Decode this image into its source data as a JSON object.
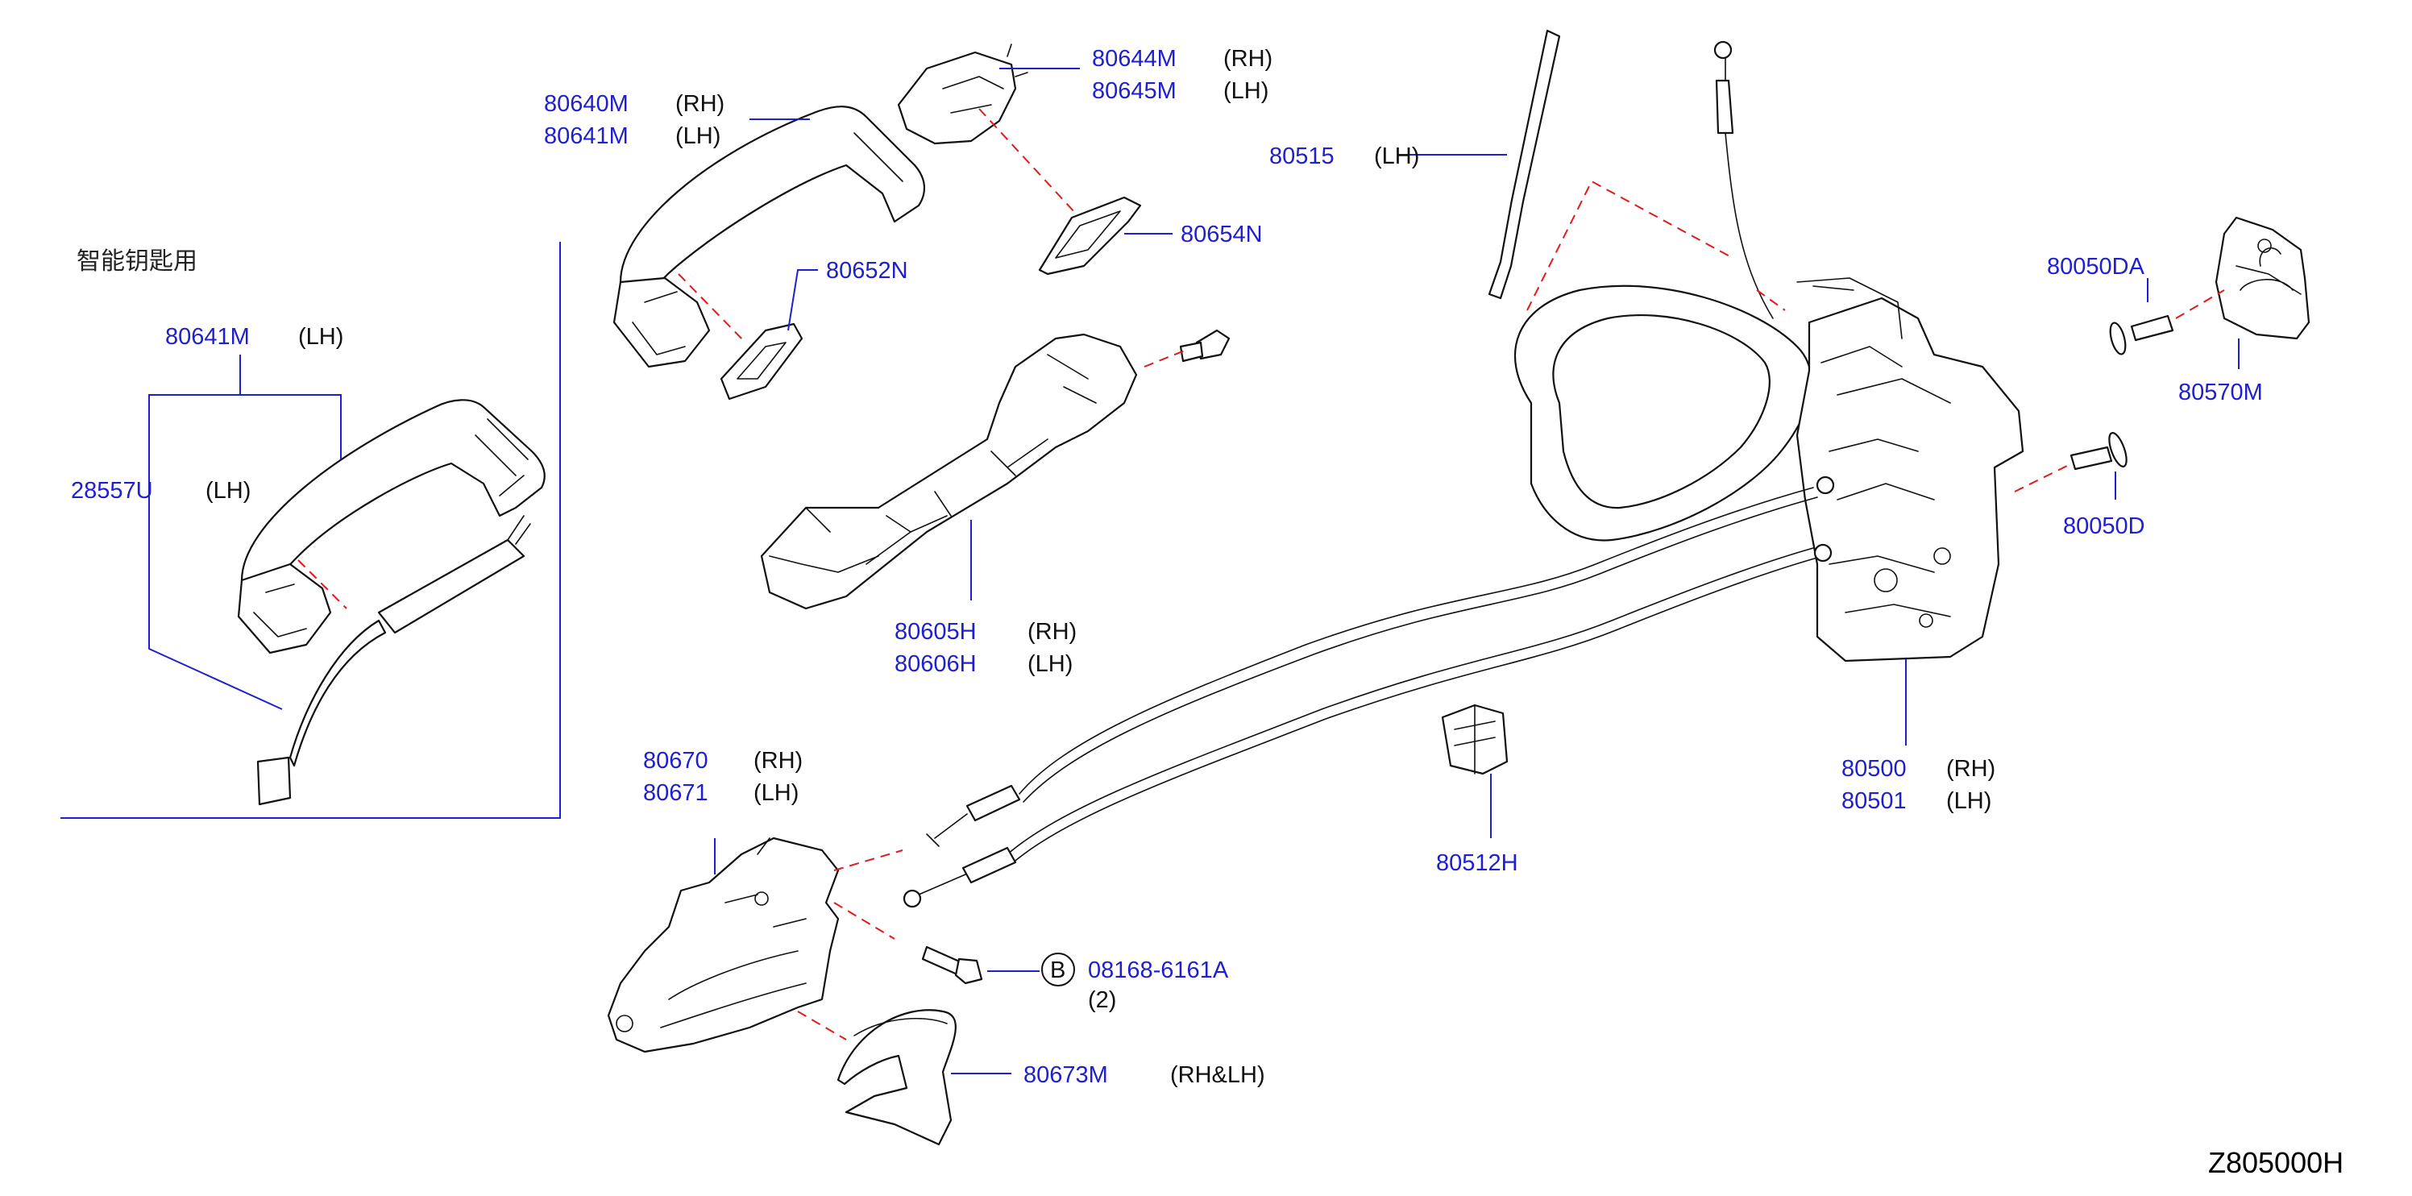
{
  "inset_caption": "智能钥匙用",
  "diagram_code": "Z805000H",
  "callouts": {
    "inset_handle": {
      "part": "80641M",
      "side": "(LH)"
    },
    "inset_antenna": {
      "part": "28557U",
      "side": "(LH)"
    },
    "handle_rh": {
      "part": "80640M",
      "side": "(RH)"
    },
    "handle_lh": {
      "part": "80641M",
      "side": "(LH)"
    },
    "cover_rh": {
      "part": "80644M",
      "side": "(RH)"
    },
    "cover_lh": {
      "part": "80645M",
      "side": "(LH)"
    },
    "gasket_front": {
      "part": "80652N"
    },
    "gasket_rear": {
      "part": "80654N"
    },
    "rod": {
      "part": "80515",
      "side": "(LH)"
    },
    "bracket_rh": {
      "part": "80605H",
      "side": "(RH)"
    },
    "bracket_lh": {
      "part": "80606H",
      "side": "(LH)"
    },
    "striker_screw": {
      "part": "80050DA"
    },
    "striker": {
      "part": "80570M"
    },
    "lock_screw": {
      "part": "80050D"
    },
    "lock_rh": {
      "part": "80500",
      "side": "(RH)"
    },
    "lock_lh": {
      "part": "80501",
      "side": "(LH)"
    },
    "clip": {
      "part": "80512H"
    },
    "inner_handle_rh": {
      "part": "80670",
      "side": "(RH)"
    },
    "inner_handle_lh": {
      "part": "80671",
      "side": "(LH)"
    },
    "bolt": {
      "badge": "B",
      "part": "08168-6161A",
      "qty": "(2)"
    },
    "escutcheon": {
      "part": "80673M",
      "side": "(RH&LH)"
    }
  }
}
